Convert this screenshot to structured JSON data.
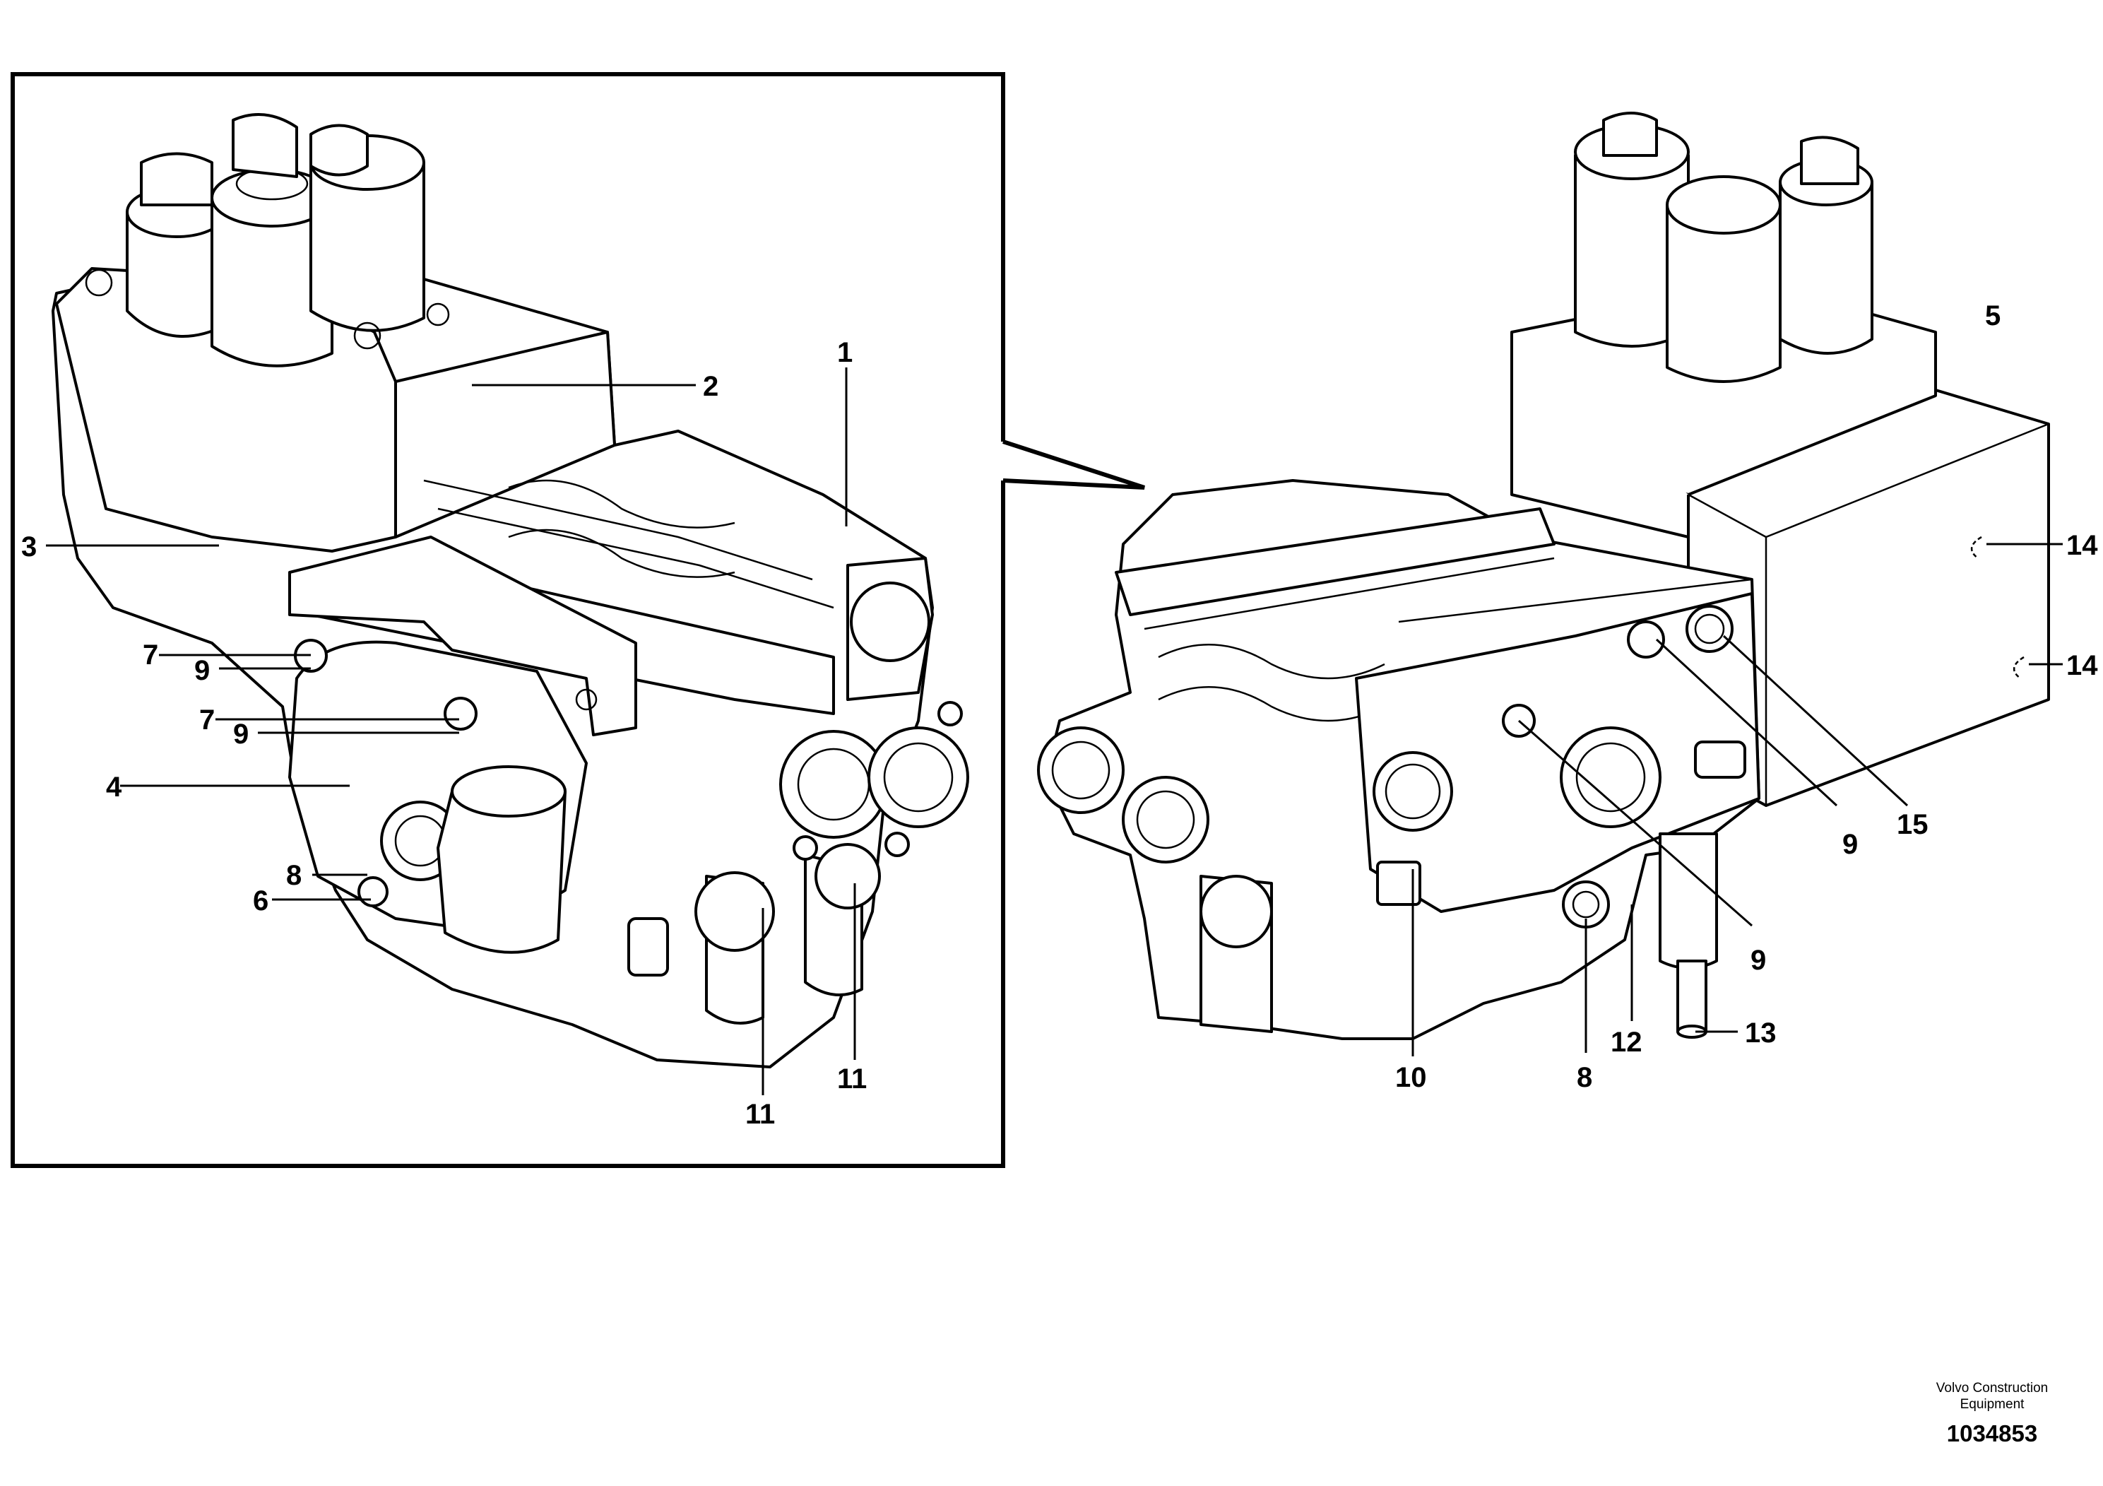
{
  "callouts": {
    "c1": "1",
    "c2": "2",
    "c3": "3",
    "c4": "4",
    "c5": "5",
    "c6": "6",
    "c7a": "7",
    "c7b": "7",
    "c8a": "8",
    "c8b": "8",
    "c9a": "9",
    "c9b": "9",
    "c9c": "9",
    "c9d": "9",
    "c10": "10",
    "c11a": "11",
    "c11b": "11",
    "c12": "12",
    "c13": "13",
    "c14a": "14",
    "c14b": "14",
    "c15": "15"
  },
  "manufacturer_line1": "Volvo Construction",
  "manufacturer_line2": "Equipment",
  "document_number": "1034853"
}
